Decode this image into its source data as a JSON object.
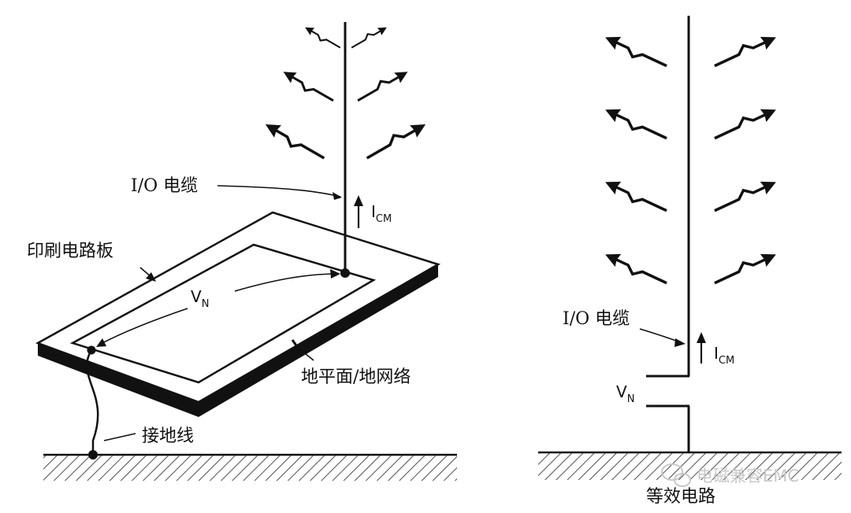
{
  "labels": {
    "io_cable_left": "I/O 电缆",
    "icm_left_main": "I",
    "icm_left_sub": "CM",
    "pcb": "印刷电路板",
    "vn_left_main": "V",
    "vn_left_sub": "N",
    "ground_plane": "地平面/地网络",
    "ground_wire": "接地线",
    "io_cable_right": "I/O 电缆",
    "icm_right_main": "I",
    "icm_right_sub": "CM",
    "vn_right_main": "V",
    "vn_right_sub": "N",
    "equivalent_circuit": "等效电路"
  },
  "watermark": {
    "text": "电磁兼容EMC",
    "icon": "wechat-icon"
  },
  "colors": {
    "ink": "#111111",
    "watermark": "#c8c8c8",
    "background": "#ffffff"
  },
  "icons": {
    "radiation": "lightning-arrow-icon",
    "current": "up-arrow-icon"
  }
}
